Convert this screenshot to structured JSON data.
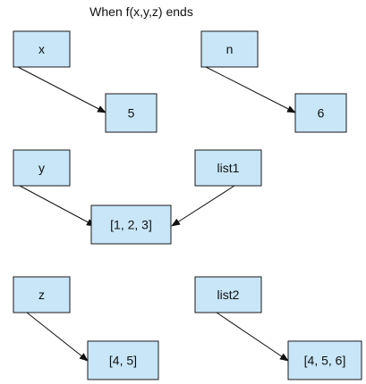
{
  "title": "When f(x,y,z) ends",
  "nodes": [
    {
      "id": "x",
      "label": "x"
    },
    {
      "id": "n",
      "label": "n"
    },
    {
      "id": "v5",
      "label": "5"
    },
    {
      "id": "v6",
      "label": "6"
    },
    {
      "id": "y",
      "label": "y"
    },
    {
      "id": "list1",
      "label": "list1"
    },
    {
      "id": "v123",
      "label": "[1, 2, 3]"
    },
    {
      "id": "z",
      "label": "z"
    },
    {
      "id": "list2",
      "label": "list2"
    },
    {
      "id": "v45",
      "label": "[4, 5]"
    },
    {
      "id": "v456",
      "label": "[4, 5, 6]"
    }
  ],
  "edges": [
    {
      "from": "x",
      "to": "v5"
    },
    {
      "from": "n",
      "to": "v6"
    },
    {
      "from": "y",
      "to": "v123"
    },
    {
      "from": "list1",
      "to": "v123"
    },
    {
      "from": "z",
      "to": "v45"
    },
    {
      "from": "list2",
      "to": "v456"
    }
  ],
  "colors": {
    "box_fill": "#c8e6f8",
    "stroke": "#1a1a1a"
  }
}
